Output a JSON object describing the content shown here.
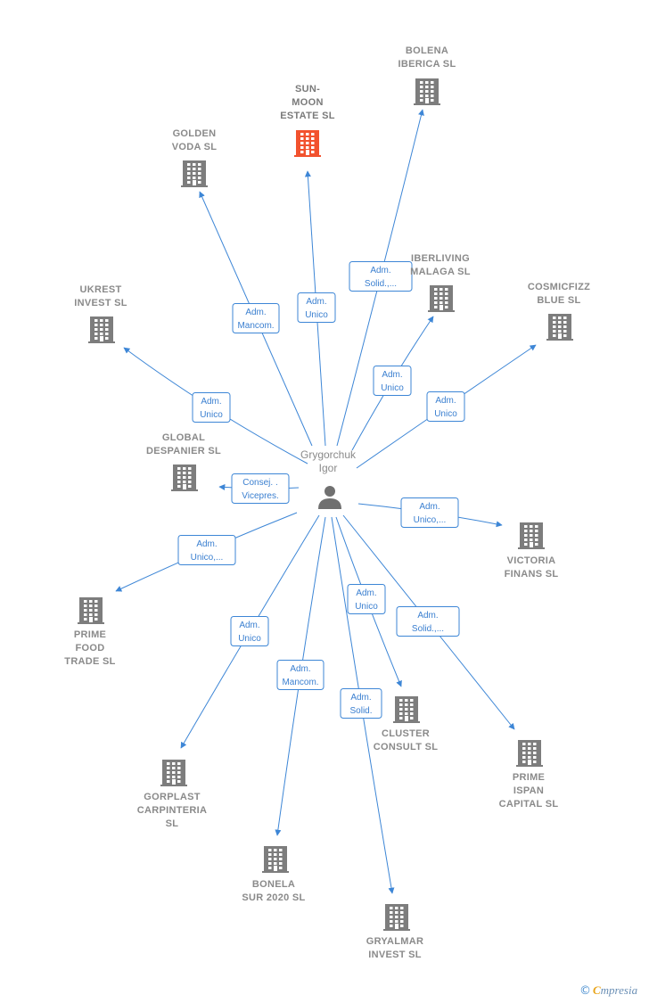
{
  "person": {
    "name_lines": [
      "Grygorchuk",
      "Igor"
    ],
    "icon": "person-icon"
  },
  "colors": {
    "edge": "#3d86d6",
    "building": "#7d7d7d",
    "building_highlight": "#f2522e",
    "role_text": "#3a7fd0"
  },
  "companies": [
    {
      "id": "sun-moon-estate",
      "lines": [
        "SUN-",
        "MOON",
        "ESTATE  SL"
      ],
      "highlight": true
    },
    {
      "id": "bolena-iberica",
      "lines": [
        "BOLENA",
        "IBERICA  SL"
      ],
      "highlight": false
    },
    {
      "id": "golden-voda",
      "lines": [
        "GOLDEN",
        "VODA  SL"
      ],
      "highlight": false
    },
    {
      "id": "iberliving-malaga",
      "lines": [
        "IBERLIVING",
        "MALAGA  SL"
      ],
      "highlight": false
    },
    {
      "id": "cosmicfizz-blue",
      "lines": [
        "COSMICFIZZ",
        "BLUE  SL"
      ],
      "highlight": false
    },
    {
      "id": "ukrest-invest",
      "lines": [
        "UKREST",
        "INVEST SL"
      ],
      "highlight": false
    },
    {
      "id": "global-despanier",
      "lines": [
        "GLOBAL",
        "DESPANIER  SL"
      ],
      "highlight": false
    },
    {
      "id": "victoria-finans",
      "lines": [
        "VICTORIA",
        "FINANS  SL"
      ],
      "highlight": false
    },
    {
      "id": "prime-food-trade",
      "lines": [
        "PRIME",
        "FOOD",
        "TRADE  SL"
      ],
      "highlight": false
    },
    {
      "id": "gorplast-carpinteria",
      "lines": [
        "GORPLAST",
        "CARPINTERIA",
        "SL"
      ],
      "highlight": false
    },
    {
      "id": "cluster-consult",
      "lines": [
        "CLUSTER",
        "CONSULT  SL"
      ],
      "highlight": false
    },
    {
      "id": "prime-ispan-capital",
      "lines": [
        "PRIME",
        "ISPAN",
        "CAPITAL SL"
      ],
      "highlight": false
    },
    {
      "id": "bonela-sur-2020",
      "lines": [
        "BONELA",
        "SUR 2020  SL"
      ],
      "highlight": false
    },
    {
      "id": "gryalmar-invest",
      "lines": [
        "GRYALMAR",
        "INVEST  SL"
      ],
      "highlight": false
    }
  ],
  "relations": [
    {
      "target": "sun-moon-estate",
      "role": [
        "Adm.",
        "Unico"
      ]
    },
    {
      "target": "bolena-iberica",
      "role": [
        "Adm.",
        "Solid.,..."
      ]
    },
    {
      "target": "golden-voda",
      "role": [
        "Adm.",
        "Mancom."
      ]
    },
    {
      "target": "iberliving-malaga",
      "role": [
        "Adm.",
        "Unico"
      ]
    },
    {
      "target": "cosmicfizz-blue",
      "role": [
        "Adm.",
        "Unico"
      ]
    },
    {
      "target": "ukrest-invest",
      "role": [
        "Adm.",
        "Unico"
      ]
    },
    {
      "target": "global-despanier",
      "role": [
        "Consej. .",
        "Vicepres."
      ]
    },
    {
      "target": "victoria-finans",
      "role": [
        "Adm.",
        "Unico,..."
      ]
    },
    {
      "target": "prime-food-trade",
      "role": [
        "Adm.",
        "Unico,..."
      ]
    },
    {
      "target": "gorplast-carpinteria",
      "role": [
        "Adm.",
        "Unico"
      ]
    },
    {
      "target": "cluster-consult",
      "role": [
        "Adm.",
        "Unico"
      ]
    },
    {
      "target": "prime-ispan-capital",
      "role": [
        "Adm.",
        "Solid.,..."
      ]
    },
    {
      "target": "bonela-sur-2020",
      "role": [
        "Adm.",
        "Mancom."
      ]
    },
    {
      "target": "gryalmar-invest",
      "role": [
        "Adm.",
        "Solid."
      ]
    }
  ],
  "branding": {
    "copyright_symbol": "©",
    "brand_initial": "C",
    "brand_rest": "mpresia"
  }
}
